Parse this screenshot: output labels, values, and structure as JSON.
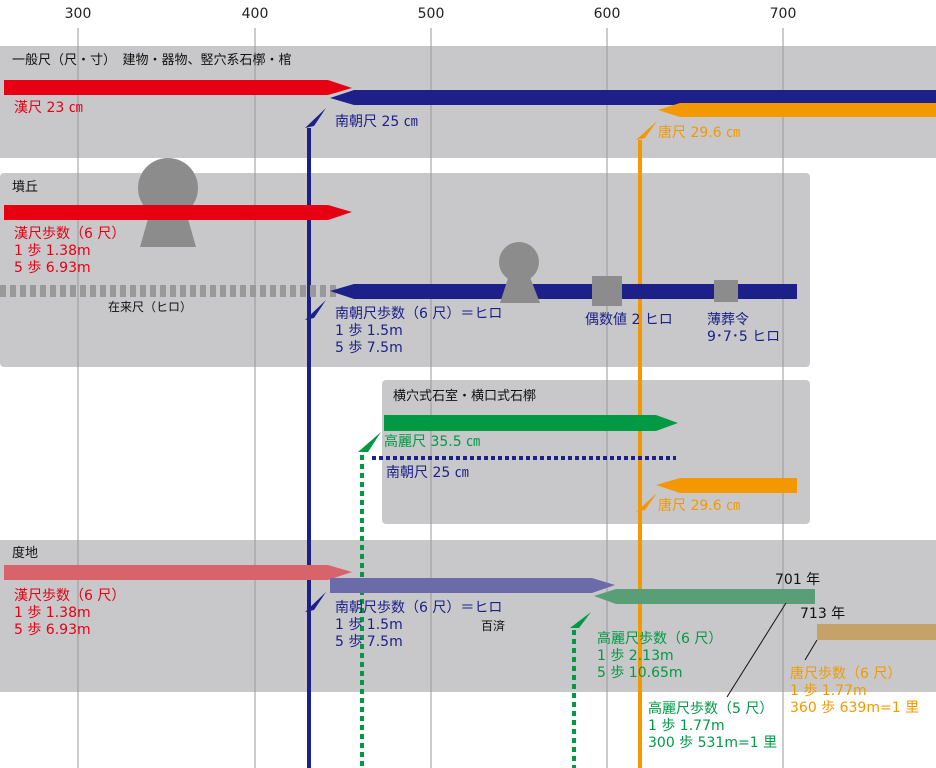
{
  "axis": {
    "ticks": [
      "300",
      "400",
      "500",
      "600",
      "700"
    ]
  },
  "colors": {
    "red": "#e60012",
    "navy": "#1d2088",
    "orange": "#f39800",
    "green": "#009944",
    "band": "#c8c8ca"
  },
  "general": {
    "title": "一般尺（尺・寸）　建物・器物、竪穴系石槨・棺",
    "han": "漢尺 23 ㎝",
    "nancho": "南朝尺 25 ㎝",
    "tang": "唐尺 29.6 ㎝"
  },
  "mound": {
    "title": "墳丘",
    "han": [
      "漢尺歩数（6 尺）",
      "1 歩 1.38m",
      "5 歩 6.93m"
    ],
    "zairai": "在来尺（ヒロ）",
    "nancho": [
      "南朝尺歩数（6 尺）＝ヒロ",
      "1 歩 1.5m",
      "5 歩 7.5m"
    ],
    "even": "偶数値 2 ヒロ",
    "hakuso": [
      "薄葬令",
      "9･7･5 ヒロ"
    ]
  },
  "chamber": {
    "title": "横穴式石室・横口式石槨",
    "koma": "高麗尺 35.5 ㎝",
    "nancho": "南朝尺 25 ㎝",
    "tang": "唐尺 29.6 ㎝"
  },
  "land": {
    "title": "度地",
    "han": [
      "漢尺歩数（6 尺）",
      "1 歩 1.38m",
      "5 歩 6.93m"
    ],
    "nancho": [
      "南朝尺歩数（6 尺）＝ヒロ",
      "1 歩 1.5m",
      "5 歩 7.5m"
    ],
    "baekje": "百済",
    "koma6": [
      "高麗尺歩数（6 尺）",
      "1 歩 2.13m",
      "5 歩 10.65m"
    ],
    "y701": "701 年",
    "y713": "713 年",
    "koma5": [
      "高麗尺歩数（5 尺）",
      "1 歩 1.77m",
      "300 歩 531m=1 里"
    ],
    "tang": [
      "唐尺歩数（6 尺）",
      "1 歩 1.77m",
      "360 歩 639m=1 里"
    ]
  }
}
